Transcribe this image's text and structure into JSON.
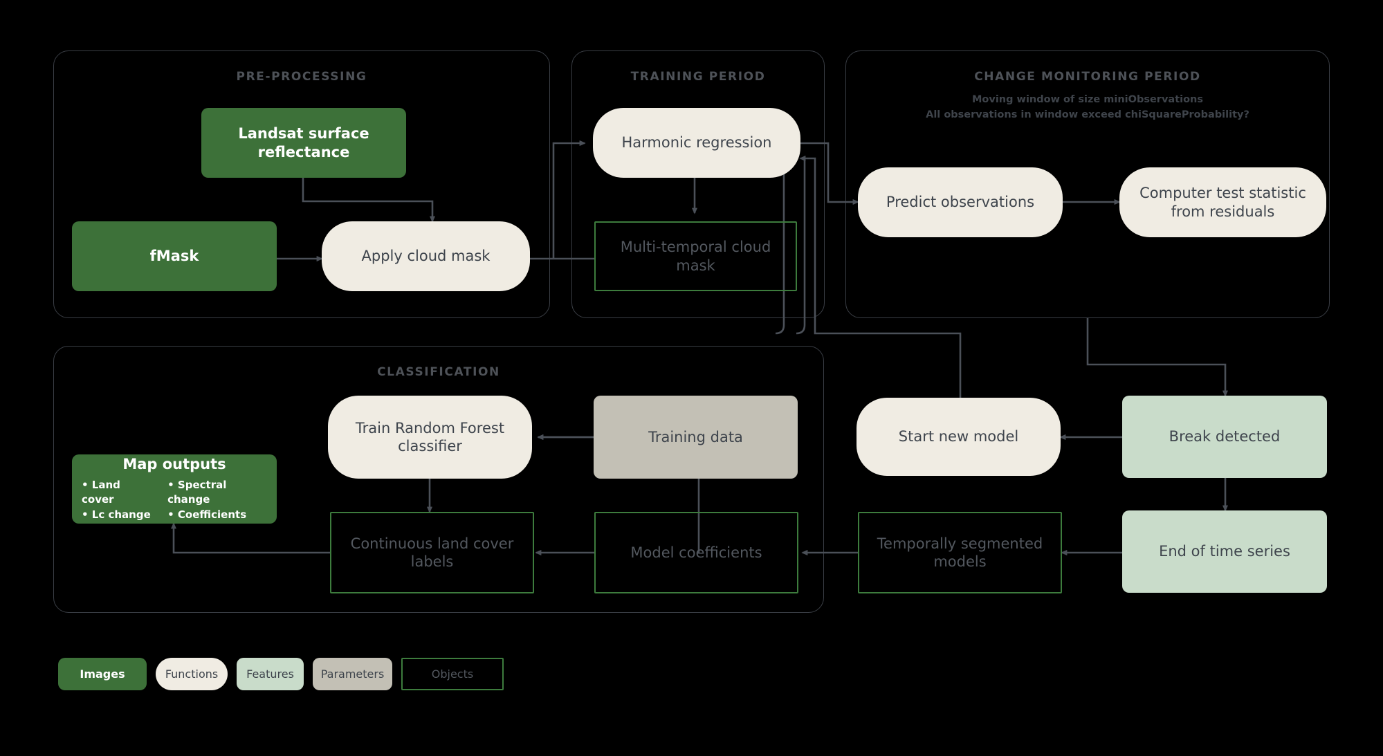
{
  "diagram": {
    "title": "CCDC / continuous change detection workflow",
    "background": "#000000",
    "palette": {
      "images": "#3d7139",
      "functions": "#f0ece3",
      "features": "#c9dcca",
      "parameters": "#c3c0b5",
      "objects_border": "#3d7c3d",
      "connector": "#4b5058",
      "panel_border": "#3a3e45",
      "panel_title": "#4e5258"
    }
  },
  "panels": [
    {
      "id": "pre_processing",
      "title": "PRE-PROCESSING",
      "subtitle": ""
    },
    {
      "id": "training_period",
      "title": "TRAINING PERIOD",
      "subtitle": ""
    },
    {
      "id": "change_monitoring",
      "title": "CHANGE MONITORING PERIOD",
      "subtitle_line1": "Moving window of size miniObservations",
      "subtitle_line2": "All observations in window exceed chiSquareProbability?"
    },
    {
      "id": "classification",
      "title": "CLASSIFICATION",
      "subtitle": ""
    }
  ],
  "nodes": {
    "landsat_surface_reflectance": {
      "label": "Landsat surface reflectance",
      "type": "Images"
    },
    "fmask": {
      "label": "fMask",
      "type": "Images"
    },
    "apply_cloud_mask": {
      "label": "Apply cloud mask",
      "type": "Functions"
    },
    "harmonic_regression": {
      "label": "Harmonic regression",
      "type": "Functions"
    },
    "multi_temporal_cloud_mask": {
      "label": "Multi-temporal cloud mask",
      "type": "Objects"
    },
    "predict_observations": {
      "label": "Predict observations",
      "type": "Functions"
    },
    "computer_test_statistic": {
      "label": "Computer test statistic from residuals",
      "type": "Functions"
    },
    "break_detected": {
      "label": "Break detected",
      "type": "Features"
    },
    "end_of_time_series": {
      "label": "End of time series",
      "type": "Features"
    },
    "start_new_model": {
      "label": "Start new model",
      "type": "Functions"
    },
    "temporally_segmented_models": {
      "label": "Temporally segmented models",
      "type": "Objects"
    },
    "model_coefficients": {
      "label": "Model coefficients",
      "type": "Objects"
    },
    "continuous_land_cover_labels": {
      "label": "Continuous land cover labels",
      "type": "Objects"
    },
    "training_data": {
      "label": "Training data",
      "type": "Parameters"
    },
    "train_random_forest": {
      "label": "Train Random Forest classifier",
      "type": "Functions"
    },
    "map_outputs": {
      "title": "Map outputs",
      "type": "Images",
      "column_left": [
        "• Land cover",
        "• Lc change"
      ],
      "column_right": [
        "• Spectral change",
        "• Coefficients"
      ]
    }
  },
  "legend": [
    {
      "label": "Images",
      "type": "Images"
    },
    {
      "label": "Functions",
      "type": "Functions"
    },
    {
      "label": "Features",
      "type": "Features"
    },
    {
      "label": "Parameters",
      "type": "Parameters"
    },
    {
      "label": "Objects",
      "type": "Objects"
    }
  ]
}
